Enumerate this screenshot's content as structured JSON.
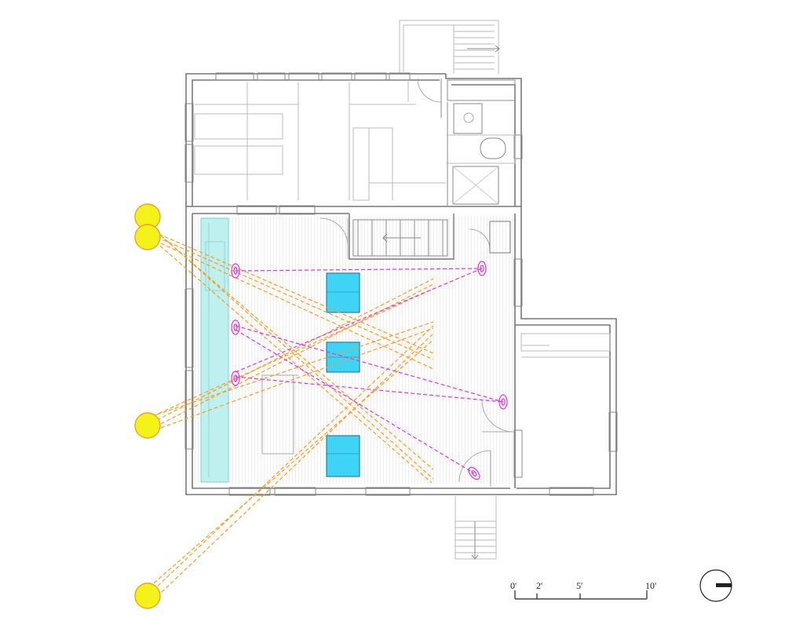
{
  "colors": {
    "wall": "#777777",
    "thin": "#bbbbbb",
    "floor_hatch": "#d6d6d6",
    "light_ray": "#ff9a1a",
    "light_source": "#f3f31a",
    "light_source_stroke": "#f0a020",
    "sensor": "#e030e0",
    "sensor_link": "#e030e0",
    "bench": "#bff0f0",
    "bench_stroke": "#7fd0d0",
    "table": "#3dd4f5",
    "table_stroke": "#2a7fa0"
  },
  "icons": {
    "north_arrow": "north-arrow-icon",
    "light_source": "sun-icon",
    "sensor": "sensor-icon",
    "stair_arrow": "arrow-icon"
  },
  "scale_bar": {
    "labels": [
      "0'",
      "2'",
      "5'",
      "10'"
    ]
  }
}
